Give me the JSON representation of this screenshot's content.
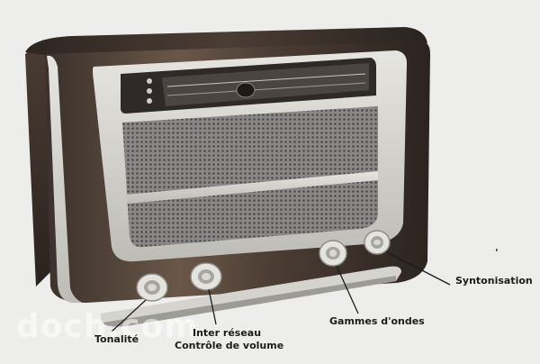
{
  "labels": {
    "tonalite": "Tonalité",
    "inter_reseau": "Inter réseau",
    "controle_volume": "Contrôle de volume",
    "gammes_ondes": "Gammes d'ondes",
    "syntonisation": "Syntonisation"
  },
  "watermark": "doch.com",
  "colors": {
    "paper": "#ededeb",
    "wood_dark": "#3a302a",
    "wood_mid": "#5a4a40",
    "cream_trim": "#d9d8d2",
    "grille": "#7c7a78",
    "ink": "#1c1c1c"
  }
}
